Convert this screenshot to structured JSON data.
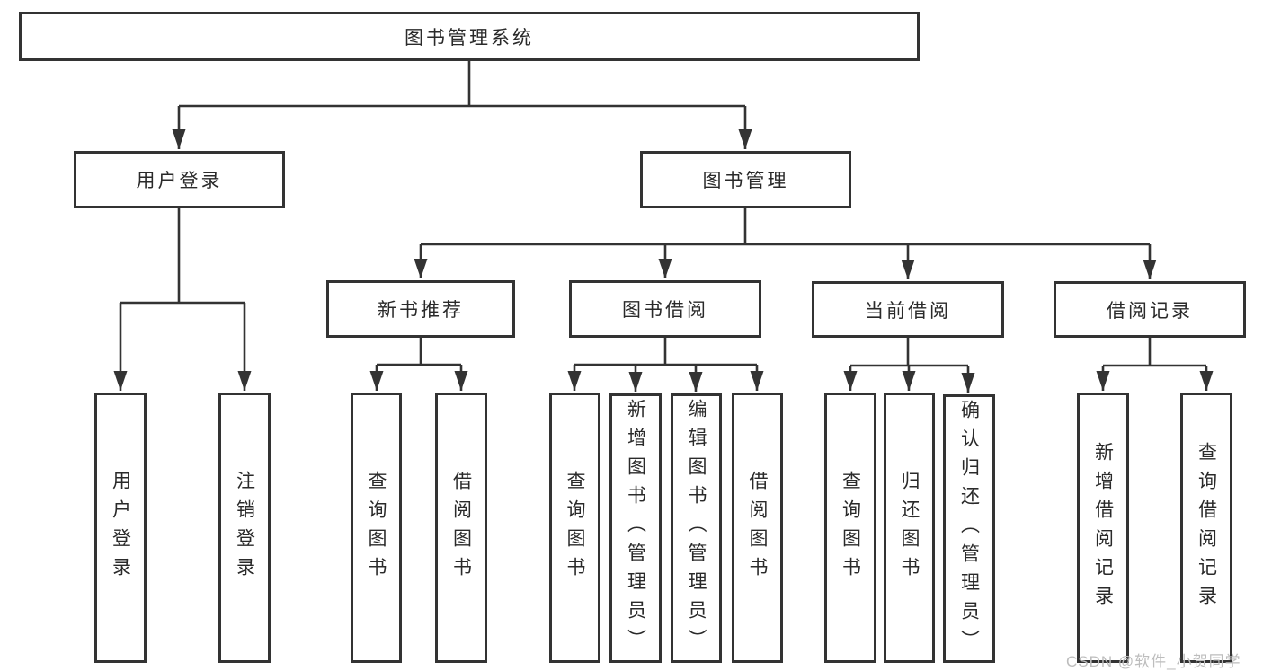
{
  "root": {
    "label": "图书管理系统"
  },
  "branches": {
    "user_login": {
      "label": "用户登录",
      "children": [
        {
          "label": "用户登录"
        },
        {
          "label": "注销登录"
        }
      ]
    },
    "book_mgmt": {
      "label": "图书管理",
      "children": [
        {
          "label": "新书推荐",
          "children": [
            {
              "label": "查询图书"
            },
            {
              "label": "借阅图书"
            }
          ]
        },
        {
          "label": "图书借阅",
          "children": [
            {
              "label": "查询图书"
            },
            {
              "label": "新增图书（管理员）"
            },
            {
              "label": "编辑图书（管理员）"
            },
            {
              "label": "借阅图书"
            }
          ]
        },
        {
          "label": "当前借阅",
          "children": [
            {
              "label": "查询图书"
            },
            {
              "label": "归还图书"
            },
            {
              "label": "确认归还（管理员）"
            }
          ]
        },
        {
          "label": "借阅记录",
          "children": [
            {
              "label": "新增借阅记录"
            },
            {
              "label": "查询借阅记录"
            }
          ]
        }
      ]
    }
  },
  "watermark": "CSDN @软件_小贺同学",
  "colors": {
    "line": "#333333",
    "text": "#2a2a2a",
    "watermark": "#bdbdbd",
    "background": "#ffffff"
  }
}
